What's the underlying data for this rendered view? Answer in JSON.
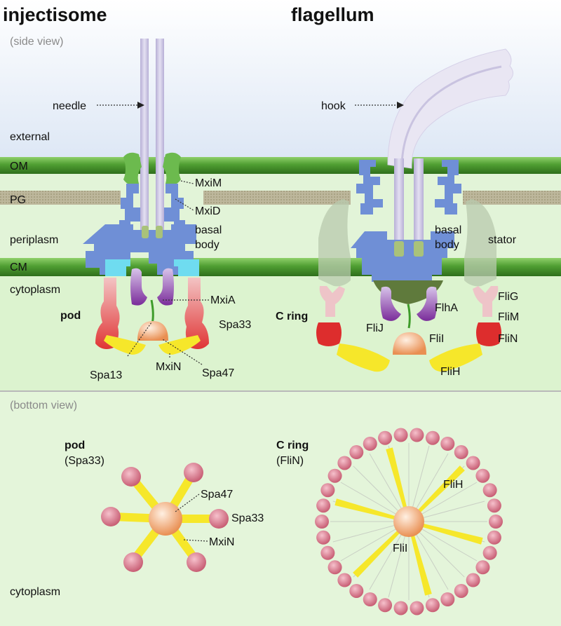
{
  "titles": {
    "left": "injectisome",
    "right": "flagellum"
  },
  "views": {
    "side": "(side view)",
    "bottom": "(bottom view)"
  },
  "regions": {
    "external": "external",
    "om": "OM",
    "pg": "PG",
    "periplasm": "periplasm",
    "cm": "CM",
    "cytoplasm": "cytoplasm",
    "cytoplasm_bottom": "cytoplasm"
  },
  "injectisome": {
    "needle": "needle",
    "mxim": "MxiM",
    "mxid": "MxiD",
    "basal_1": "basal",
    "basal_2": "body",
    "mxia": "MxiA",
    "pod": "pod",
    "spa33": "Spa33",
    "spa13": "Spa13",
    "mxin": "MxiN",
    "spa47": "Spa47"
  },
  "flagellum": {
    "hook": "hook",
    "basal_1": "basal",
    "basal_2": "body",
    "stator": "stator",
    "flig": "FliG",
    "flim": "FliM",
    "flin": "FliN",
    "flha": "FlhA",
    "cring": "C ring",
    "flij": "FliJ",
    "flii": "FliI",
    "flih": "FliH"
  },
  "bottom_left": {
    "title": "pod",
    "subtitle": "(Spa33)",
    "spa47": "Spa47",
    "spa33": "Spa33",
    "mxin": "MxiN"
  },
  "bottom_right": {
    "title": "C ring",
    "subtitle": "(FliN)",
    "flih": "FliH",
    "flii": "FliI"
  },
  "colors": {
    "membrane": "#5aa83a",
    "pg": "#b9b49a",
    "basal_body": "#6f8fd6",
    "needle": "#c9c3e0",
    "cm_ring": "#6fdcf0",
    "pod_red": "#e03535",
    "atpase_orange": "#f2a472",
    "yellow_stalk": "#f6e72a",
    "ring_dot": "#d06a7e"
  }
}
